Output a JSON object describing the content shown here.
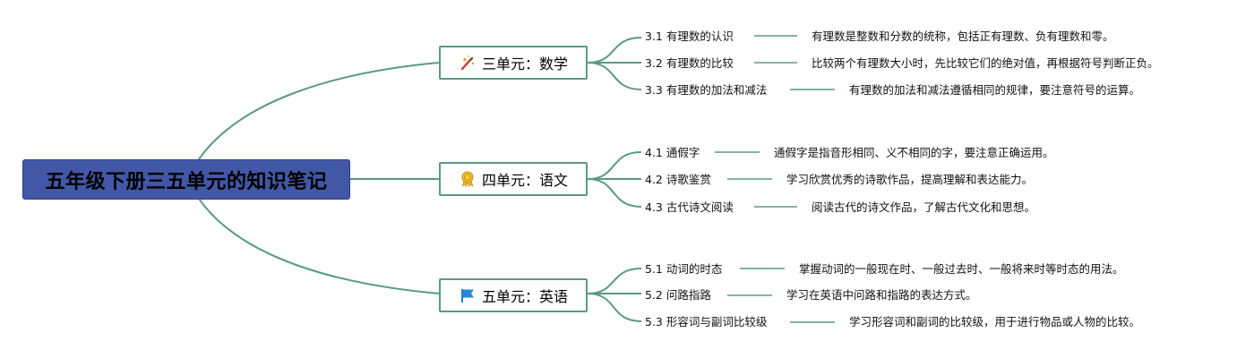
{
  "root": {
    "title": "五年级下册三五单元的知识笔记"
  },
  "units": [
    {
      "icon": "magic-wand-icon",
      "title": "三单元：数学",
      "topics": [
        {
          "label": "3.1 有理数的认识",
          "desc": "有理数是整数和分数的统称，包括正有理数、负有理数和零。"
        },
        {
          "label": "3.2 有理数的比较",
          "desc": "比较两个有理数大小时，先比较它们的绝对值，再根据符号判断正负。"
        },
        {
          "label": "3.3 有理数的加法和减法",
          "desc": "有理数的加法和减法遵循相同的规律，要注意符号的运算。"
        }
      ]
    },
    {
      "icon": "award-medal-icon",
      "title": "四单元：语文",
      "topics": [
        {
          "label": "4.1 通假字",
          "desc": "通假字是指音形相同、义不相同的字，要注意正确运用。"
        },
        {
          "label": "4.2 诗歌鉴赏",
          "desc": "学习欣赏优秀的诗歌作品，提高理解和表达能力。"
        },
        {
          "label": "4.3 古代诗文阅读",
          "desc": "阅读古代的诗文作品，了解古代文化和思想。"
        }
      ]
    },
    {
      "icon": "flag-icon",
      "title": "五单元：英语",
      "topics": [
        {
          "label": "5.1 动词的时态",
          "desc": "掌握动词的一般现在时、一般过去时、一般将来时等时态的用法。"
        },
        {
          "label": "5.2 问路指路",
          "desc": "学习在英语中问路和指路的表达方式。"
        },
        {
          "label": "5.3 形容词与副词比较级",
          "desc": "学习形容词和副词的比较级，用于进行物品或人物的比较。"
        }
      ]
    }
  ],
  "colors": {
    "root_fill": "#4257a5",
    "branch_line": "#5a9a82",
    "connector_line": "#5a9a82"
  }
}
